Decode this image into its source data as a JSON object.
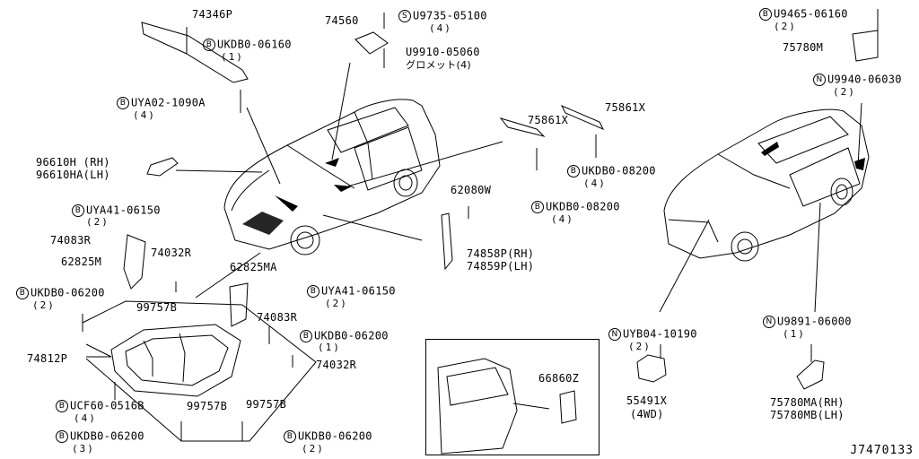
{
  "diagram_id": "J7470133",
  "callouts": {
    "p74346P": "74346P",
    "p74560": "74560",
    "s_U9735_05100": "U9735-05100",
    "q_U9735_05100": "(4)",
    "n_U9910_05060": "U9910-05060",
    "grommet": "グロメット(4)",
    "b_UKDB0_06160": "UKDB0-06160",
    "q_UKDB0_06160": "(1)",
    "b_UYA02_1090A": "UYA02-1090A",
    "q_UYA02_1090A": "(4)",
    "p96610H": "96610H (RH)",
    "p96610HA": "96610HA(LH)",
    "b_UYA41_06150_a": "UYA41-06150",
    "q_UYA41_06150_a": "(2)",
    "p74083R_a": "74083R",
    "p74032R_a": "74032R",
    "p62825M": "62825M",
    "b_UKDB0_06200_a": "UKDB0-06200",
    "q_UKDB0_06200_a": "(2)",
    "p99757B_a": "99757B",
    "p74812P": "74812P",
    "b_UCF60_0516B": "UCF60-0516B",
    "q_UCF60_0516B": "(4)",
    "b_UKDB0_06200_b": "UKDB0-06200",
    "q_UKDB0_06200_b": "(3)",
    "p62825MA": "62825MA",
    "b_UYA41_06150_b": "UYA41-06150",
    "q_UYA41_06150_b": "(2)",
    "p74083R_b": "74083R",
    "b_UKDB0_06200_c": "UKDB0-06200",
    "q_UKDB0_06200_c": "(1)",
    "p74032R_b": "74032R",
    "p99757B_b": "99757B",
    "p99757B_c": "99757B",
    "b_UKDB0_06200_d": "UKDB0-06200",
    "q_UKDB0_06200_d": "(2)",
    "p75861X_a": "75861X",
    "p75861X_b": "75861X",
    "b_UKDB0_08200_a": "UKDB0-08200",
    "q_UKDB0_08200_a": "(4)",
    "b_UKDB0_08200_b": "UKDB0-08200",
    "q_UKDB0_08200_b": "(4)",
    "p62080W": "62080W",
    "p74858P": "74858P(RH)",
    "p74859P": "74859P(LH)",
    "p66860Z": "66860Z",
    "b_U9465_06160": "U9465-06160",
    "q_U9465_06160": "(2)",
    "p75780M": "75780M",
    "n_U9940_06030": "U9940-06030",
    "q_U9940_06030": "(2)",
    "n_UYB04_10190": "UYB04-10190",
    "q_UYB04_10190": "(2)",
    "p55491X": "55491X",
    "p4WD": "(4WD)",
    "n_U9891_06000": "U9891-06000",
    "q_U9891_06000": "(1)",
    "p75780MA": "75780MA(RH)",
    "p75780MB": "75780MB(LH)"
  },
  "markers": {
    "b": "B",
    "s": "S",
    "n": "N"
  }
}
